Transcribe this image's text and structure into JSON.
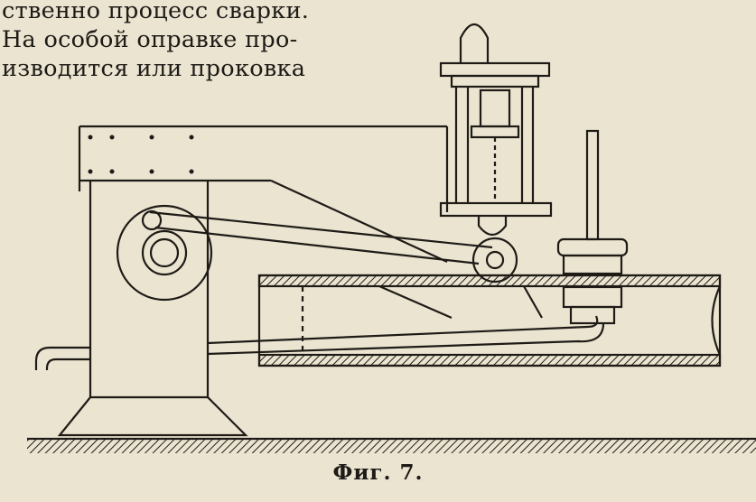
{
  "page": {
    "lines": [
      "ственно процесс сварки.",
      "На особой оправке про-",
      "изводится или проковка"
    ],
    "figure_caption": "Фиг. 7."
  },
  "colors": {
    "paper": "#ebe4d1",
    "ink": "#1e1b17"
  }
}
